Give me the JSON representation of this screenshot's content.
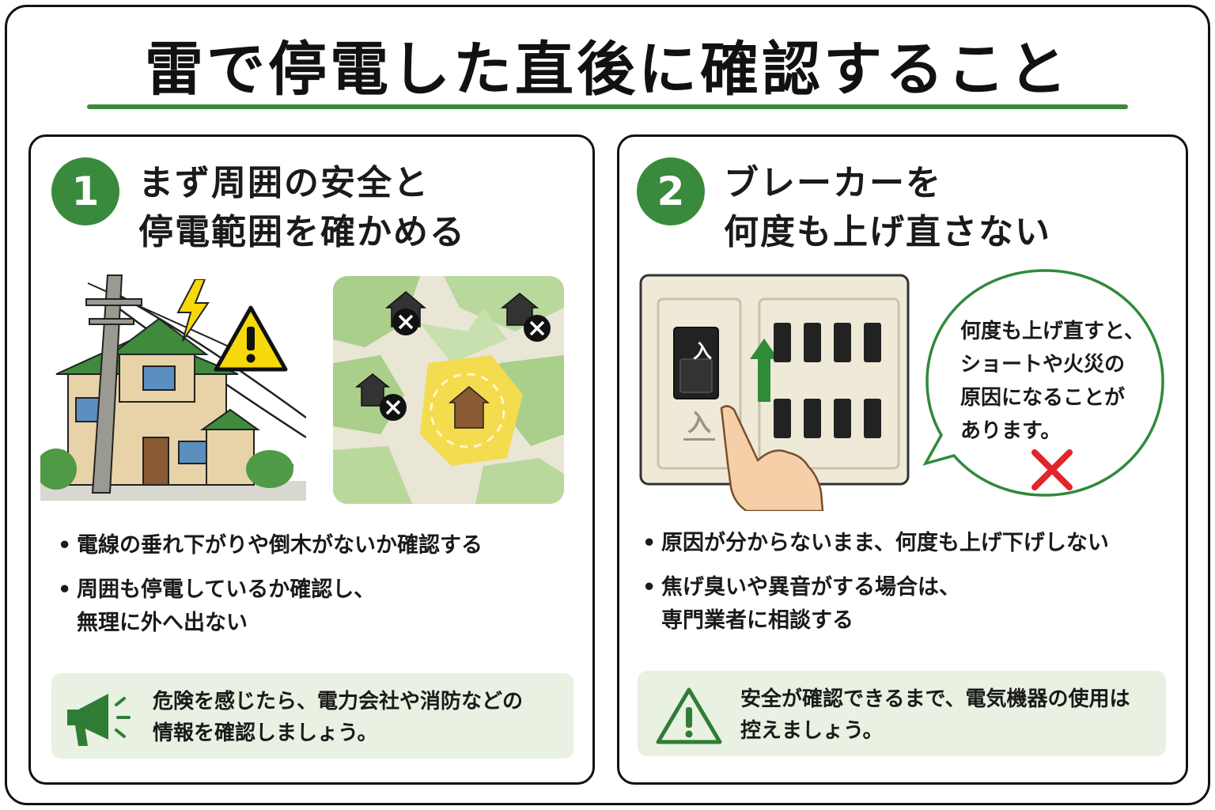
{
  "title": "雷で停電した直後に確認すること",
  "sections": [
    {
      "number": "1",
      "heading": [
        "まず周囲の安全と",
        "停電範囲を確かめる"
      ],
      "bullets": [
        [
          "電線の垂れ下がりや倒木がないか確認する"
        ],
        [
          "周囲も停電しているか確認し、",
          "無理に外へ出ない"
        ]
      ],
      "tip": [
        "危険を感じたら、電力会社や消防などの",
        "情報を確認しましょう。"
      ],
      "tip_icon": "megaphone-icon"
    },
    {
      "number": "2",
      "heading": [
        "ブレーカーを",
        "何度も上げ直さない"
      ],
      "breaker_label": "入",
      "bubble": [
        "何度も上げ直すと、",
        "ショートや火災の",
        "原因になることが",
        "あります。"
      ],
      "bullets": [
        [
          "原因が分からないまま、何度も上げ下げしない"
        ],
        [
          "焦げ臭いや異音がする場合は、",
          "専門業者に相談する"
        ]
      ],
      "tip": [
        "安全が確認できるまで、電気機器の使用は",
        "控えましょう。"
      ],
      "tip_icon": "warning-icon"
    }
  ],
  "colors": {
    "accent_green": "#3a8a3e",
    "tip_background": "#e8f1e2",
    "warning_yellow": "#f5d90a",
    "cross_red": "#e0262b"
  }
}
